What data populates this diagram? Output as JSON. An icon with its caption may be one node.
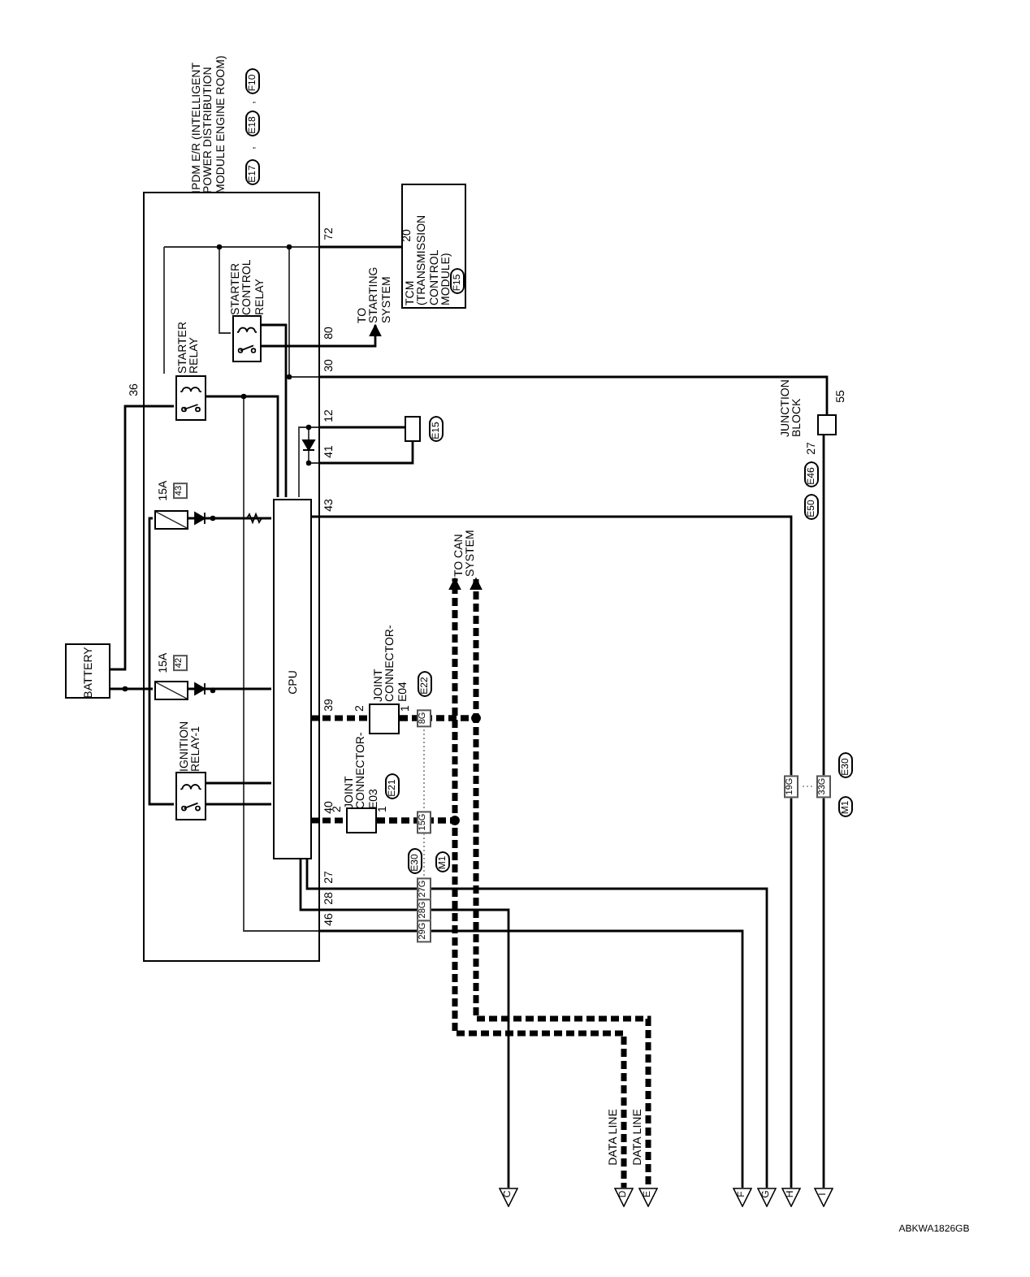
{
  "diagram": {
    "nodes": [
      {
        "text": [
          "IPDM E/R (INTELLIGENT POWER DISTRIBUTION MODULE ENGINE ROOM)"
        ]
      },
      {
        "text": [
          "TCM (TRANSMISSION CONTROL MODULE)"
        ]
      },
      {
        "text": [
          "BATTERY"
        ]
      },
      {
        "text": [
          "CPU"
        ],
        "in": 0
      },
      {
        "text": [
          "STARTER CONTROL RELAY"
        ],
        "in": 0
      },
      {
        "text": [
          "STARTER RELAY"
        ],
        "in": 0
      },
      {
        "text": [
          "IGNITION RELAY-1"
        ],
        "in": 0
      },
      {
        "text": [
          "15A",
          "43"
        ],
        "in": 0
      },
      {
        "text": [
          "15A",
          "42"
        ],
        "in": 0
      },
      {
        "text": [
          "JOINT CONNECTOR-E03"
        ]
      },
      {
        "text": [
          "JOINT CONNECTOR-E04"
        ]
      },
      {
        "text": [],
        "shape": "box"
      },
      {
        "text": [
          "JUNCTION BLOCK"
        ]
      },
      {
        "text": [
          "TO STARTING SYSTEM"
        ]
      },
      {
        "text": [
          "TO CAN SYSTEM"
        ]
      },
      {
        "text": [
          "C"
        ]
      },
      {
        "text": [
          "D"
        ]
      },
      {
        "text": [
          "E"
        ]
      },
      {
        "text": [
          "F"
        ]
      },
      {
        "text": [
          "G"
        ]
      },
      {
        "text": [
          "H"
        ]
      },
      {
        "text": [
          "I"
        ]
      },
      {
        "text": [
          "E17"
        ]
      },
      {
        "text": [
          "E18"
        ]
      },
      {
        "text": [
          "F10"
        ]
      },
      {
        "text": [
          "F15"
        ],
        "in": 1
      },
      {
        "text": [
          "E21"
        ]
      },
      {
        "text": [
          "E22"
        ]
      },
      {
        "text": [
          "E15"
        ]
      },
      {
        "text": [
          "E46"
        ]
      },
      {
        "text": [
          "E50"
        ]
      },
      {
        "text": [
          "E30"
        ]
      },
      {
        "text": [
          "M1"
        ]
      },
      {
        "text": [
          "E30"
        ]
      },
      {
        "text": [
          "M1"
        ]
      }
    ],
    "edges": [
      {
        "from": 0,
        "to": 1,
        "arrow": "none"
      },
      {
        "from": 4,
        "to": 13,
        "arrow": "to"
      },
      {
        "from": 0,
        "to": 12,
        "arrow": "none"
      },
      {
        "from": 0,
        "to": 11,
        "arrow": "none"
      },
      {
        "from": 0,
        "to": 11,
        "arrow": "none"
      },
      {
        "from": 3,
        "to": 20,
        "arrow": "none"
      },
      {
        "from": 12,
        "to": 21,
        "arrow": "none"
      },
      {
        "from": 3,
        "to": 10,
        "arrow": "none",
        "style": "dashed"
      },
      {
        "from": 10,
        "to": 14,
        "arrow": "to",
        "style": "dashed"
      },
      {
        "from": 10,
        "to": 17,
        "arrow": "none",
        "style": "dashed"
      },
      {
        "from": 3,
        "to": 9,
        "arrow": "none",
        "style": "dashed"
      },
      {
        "from": 9,
        "to": 14,
        "arrow": "to",
        "style": "dashed"
      },
      {
        "from": 9,
        "to": 16,
        "arrow": "none",
        "style": "dashed"
      },
      {
        "from": 3,
        "to": 19,
        "arrow": "none"
      },
      {
        "from": 3,
        "to": 15,
        "arrow": "none"
      },
      {
        "from": 0,
        "to": 18,
        "arrow": "none"
      },
      {
        "from": 2,
        "to": 8,
        "arrow": "none"
      },
      {
        "from": 2,
        "to": 5,
        "arrow": "none"
      },
      {
        "from": 8,
        "to": 3,
        "arrow": "none"
      },
      {
        "from": 7,
        "to": 3,
        "arrow": "none"
      },
      {
        "from": 6,
        "to": 3,
        "arrow": "none"
      },
      {
        "from": 5,
        "to": 3,
        "arrow": "none"
      },
      {
        "from": 4,
        "to": 3,
        "arrow": "none"
      },
      {
        "from": 7,
        "to": 6,
        "arrow": "none"
      },
      {
        "from": 6,
        "to": 3,
        "arrow": "none"
      }
    ],
    "labels": [
      "72",
      "80",
      "30",
      "36",
      "12",
      "41",
      "43",
      "20",
      "55",
      "27",
      "39",
      "2",
      "1",
      "8G",
      "40",
      "2",
      "1",
      "15G",
      "27",
      "28",
      "46",
      "27G",
      "28G",
      "29G",
      "19G",
      "33G",
      "DATA LINE",
      "DATA LINE",
      "ABKWA1826GB",
      ",",
      ","
    ]
  }
}
